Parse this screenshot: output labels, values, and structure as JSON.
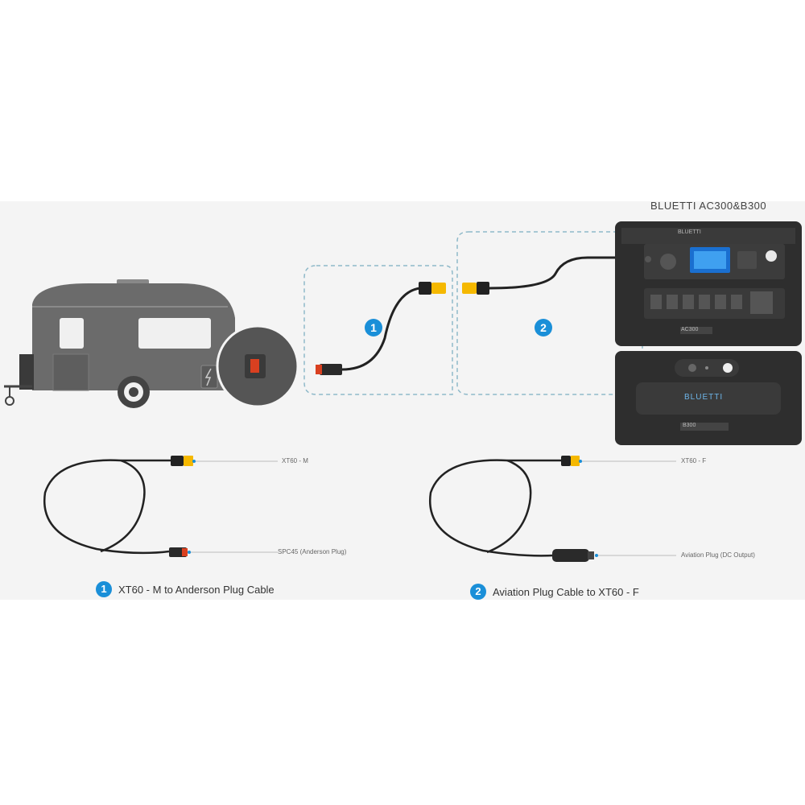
{
  "product_title": "BLUETTI AC300&B300",
  "step_markers": [
    "1",
    "2"
  ],
  "badge_color": "#1a8fd8",
  "cable1": {
    "number": "1",
    "caption": "XT60 - M to Anderson Plug Cable",
    "end_top_label": "XT60 - M",
    "end_bottom_label": "SPC45 (Anderson Plug)"
  },
  "cable2": {
    "number": "2",
    "caption": "Aviation Plug Cable to  XT60 - F",
    "end_top_label": "XT60 - F",
    "end_bottom_label": "Aviation Plug (DC Output)"
  },
  "device": {
    "brand_top": "BLUETTI",
    "brand_bottom": "BLUETTI",
    "model_top": "AC300",
    "model_bottom": "B300"
  },
  "colors": {
    "accent": "#1a8fd8",
    "connector_yellow": "#f5b800",
    "trailer_gray": "#6b6b6b",
    "device_dark": "#2e2e2e",
    "dashed_box": "#8fb9c9"
  }
}
